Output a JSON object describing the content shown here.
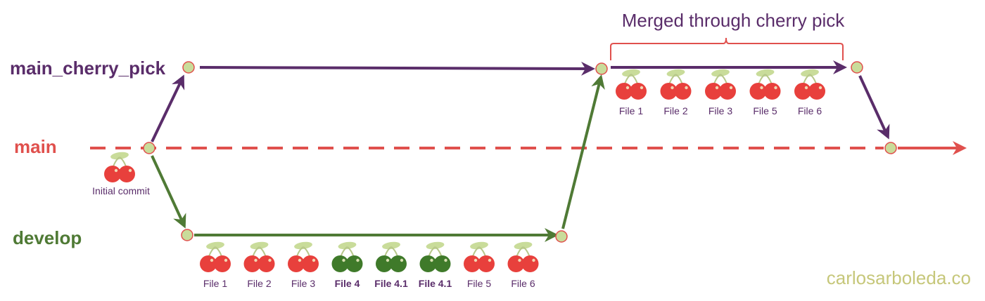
{
  "branches": {
    "main_cherry_pick": "main_cherry_pick",
    "main": "main",
    "develop": "develop"
  },
  "initial_commit_label": "Initial commit",
  "merged_label": "Merged through cherry pick",
  "credit": "carlosarboleda.co",
  "develop_files": [
    {
      "label": "File 1",
      "color": "red"
    },
    {
      "label": "File 2",
      "color": "red"
    },
    {
      "label": "File 3",
      "color": "red"
    },
    {
      "label": "File 4",
      "color": "green"
    },
    {
      "label": "File 4.1",
      "color": "green"
    },
    {
      "label": "File 4.1",
      "color": "green"
    },
    {
      "label": "File 5",
      "color": "red"
    },
    {
      "label": "File 6",
      "color": "red"
    }
  ],
  "cherry_pick_files": [
    {
      "label": "File 1",
      "color": "red"
    },
    {
      "label": "File 2",
      "color": "red"
    },
    {
      "label": "File 3",
      "color": "red"
    },
    {
      "label": "File 5",
      "color": "red"
    },
    {
      "label": "File 6",
      "color": "red"
    }
  ],
  "colors": {
    "purple": "#5a2d6a",
    "red": "#e0504d",
    "green": "#4f7a35",
    "node_fill": "#c9dc9a",
    "leaf": "#c9dc9a",
    "cherry_red": "#e8403c",
    "cherry_green": "#3f7a2a",
    "credit": "#c6c77a"
  }
}
